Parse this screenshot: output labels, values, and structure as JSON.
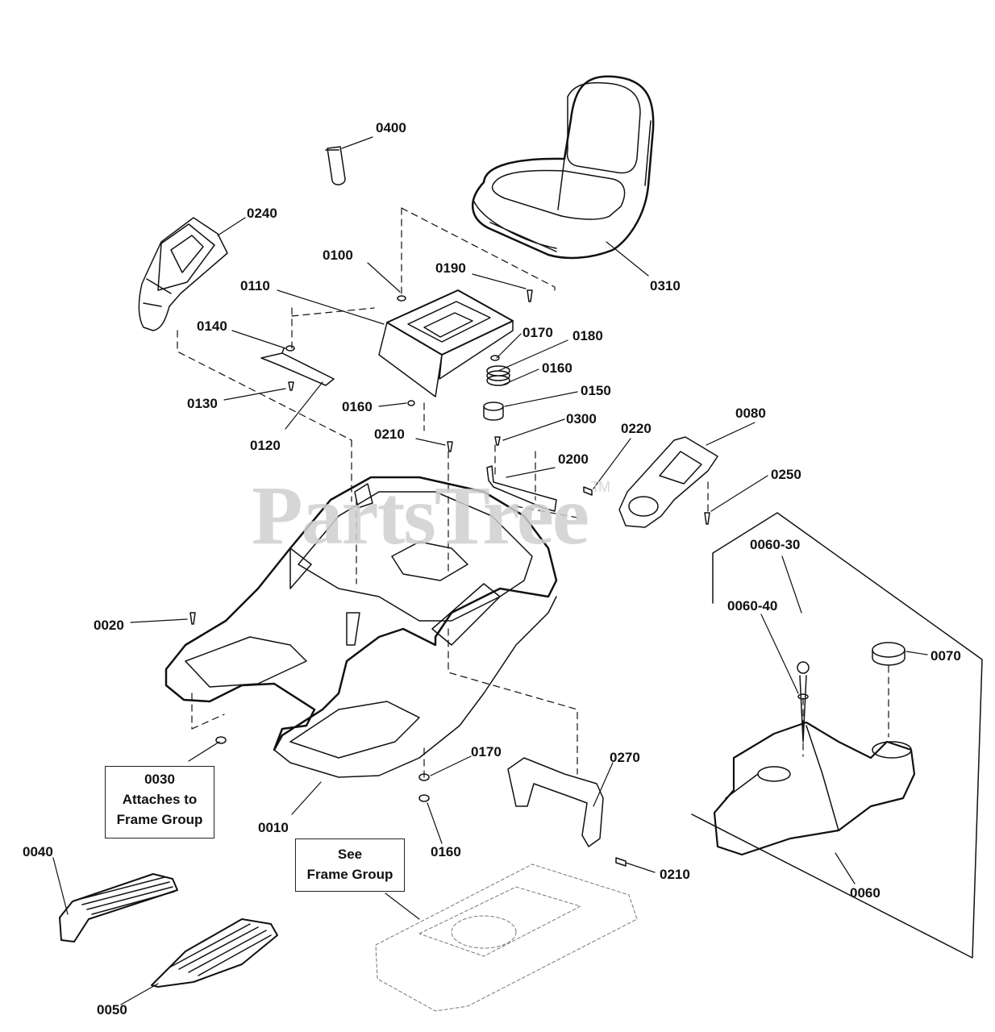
{
  "watermark": {
    "text": "PartsTree",
    "tm": "TM"
  },
  "callouts": {
    "p0400": "0400",
    "p0240": "0240",
    "p0100": "0100",
    "p0190": "0190",
    "p0110": "0110",
    "p0310": "0310",
    "p0140": "0140",
    "p0170a": "0170",
    "p0180": "0180",
    "p0160a": "0160",
    "p0150": "0150",
    "p0130": "0130",
    "p0160b": "0160",
    "p0300": "0300",
    "p0120": "0120",
    "p0210a": "0210",
    "p0220": "0220",
    "p0080": "0080",
    "p0200": "0200",
    "p0250": "0250",
    "p0060_30": "0060-30",
    "p0060_40": "0060-40",
    "p0020": "0020",
    "p0070": "0070",
    "p0170b": "0170",
    "p0270": "0270",
    "p0010": "0010",
    "p0160c": "0160",
    "p0040": "0040",
    "p0210b": "0210",
    "p0060": "0060",
    "p0050": "0050"
  },
  "notes": {
    "attaches": {
      "code": "0030",
      "line1": "Attaches to",
      "line2": "Frame Group"
    },
    "see_frame": {
      "line1": "See",
      "line2": "Frame Group"
    }
  },
  "colors": {
    "line": "#111111",
    "watermark": "#cfcfcf",
    "background": "#ffffff"
  }
}
